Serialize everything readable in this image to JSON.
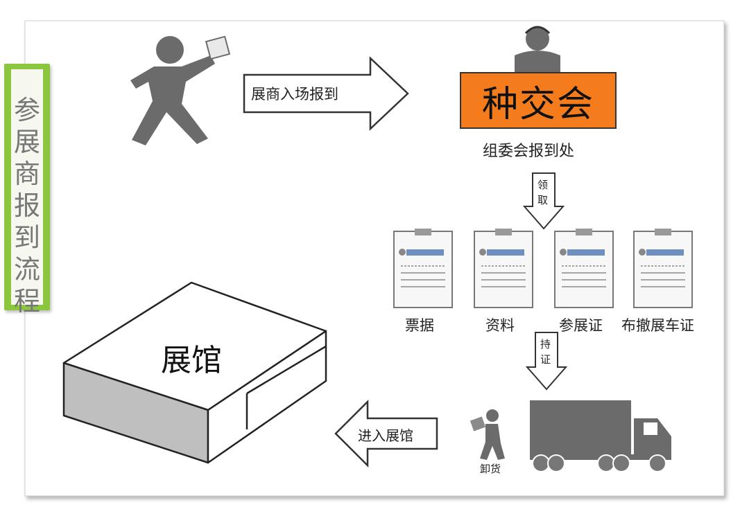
{
  "title": "参展商报到流程",
  "arrow_checkin": "展商入场报到",
  "organizer": "种交会",
  "organizer_desk": "组委会报到处",
  "collect_label_1": "领",
  "collect_label_2": "取",
  "documents": [
    {
      "label": "票据"
    },
    {
      "label": "资料"
    },
    {
      "label": "参展证"
    },
    {
      "label": "布撤展车证"
    }
  ],
  "hold_label_1": "持",
  "hold_label_2": "证",
  "enter_hall": "进入展馆",
  "unload": "卸货",
  "hall": "展馆",
  "colors": {
    "accent_green": "#8cc63f",
    "organizer_orange": "#f47c1c",
    "figure_gray": "#6b6b6b"
  }
}
